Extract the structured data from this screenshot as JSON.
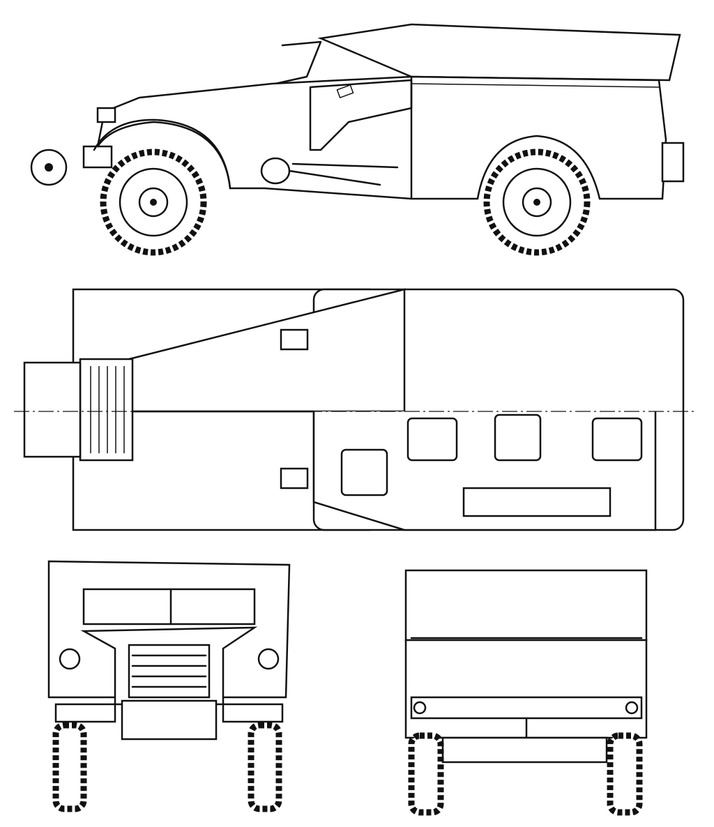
{
  "drawing": {
    "subject": "scout-car-blueprint",
    "views": [
      "side",
      "top",
      "front",
      "rear"
    ],
    "line_color": "#111111",
    "background_color": "#ffffff"
  }
}
